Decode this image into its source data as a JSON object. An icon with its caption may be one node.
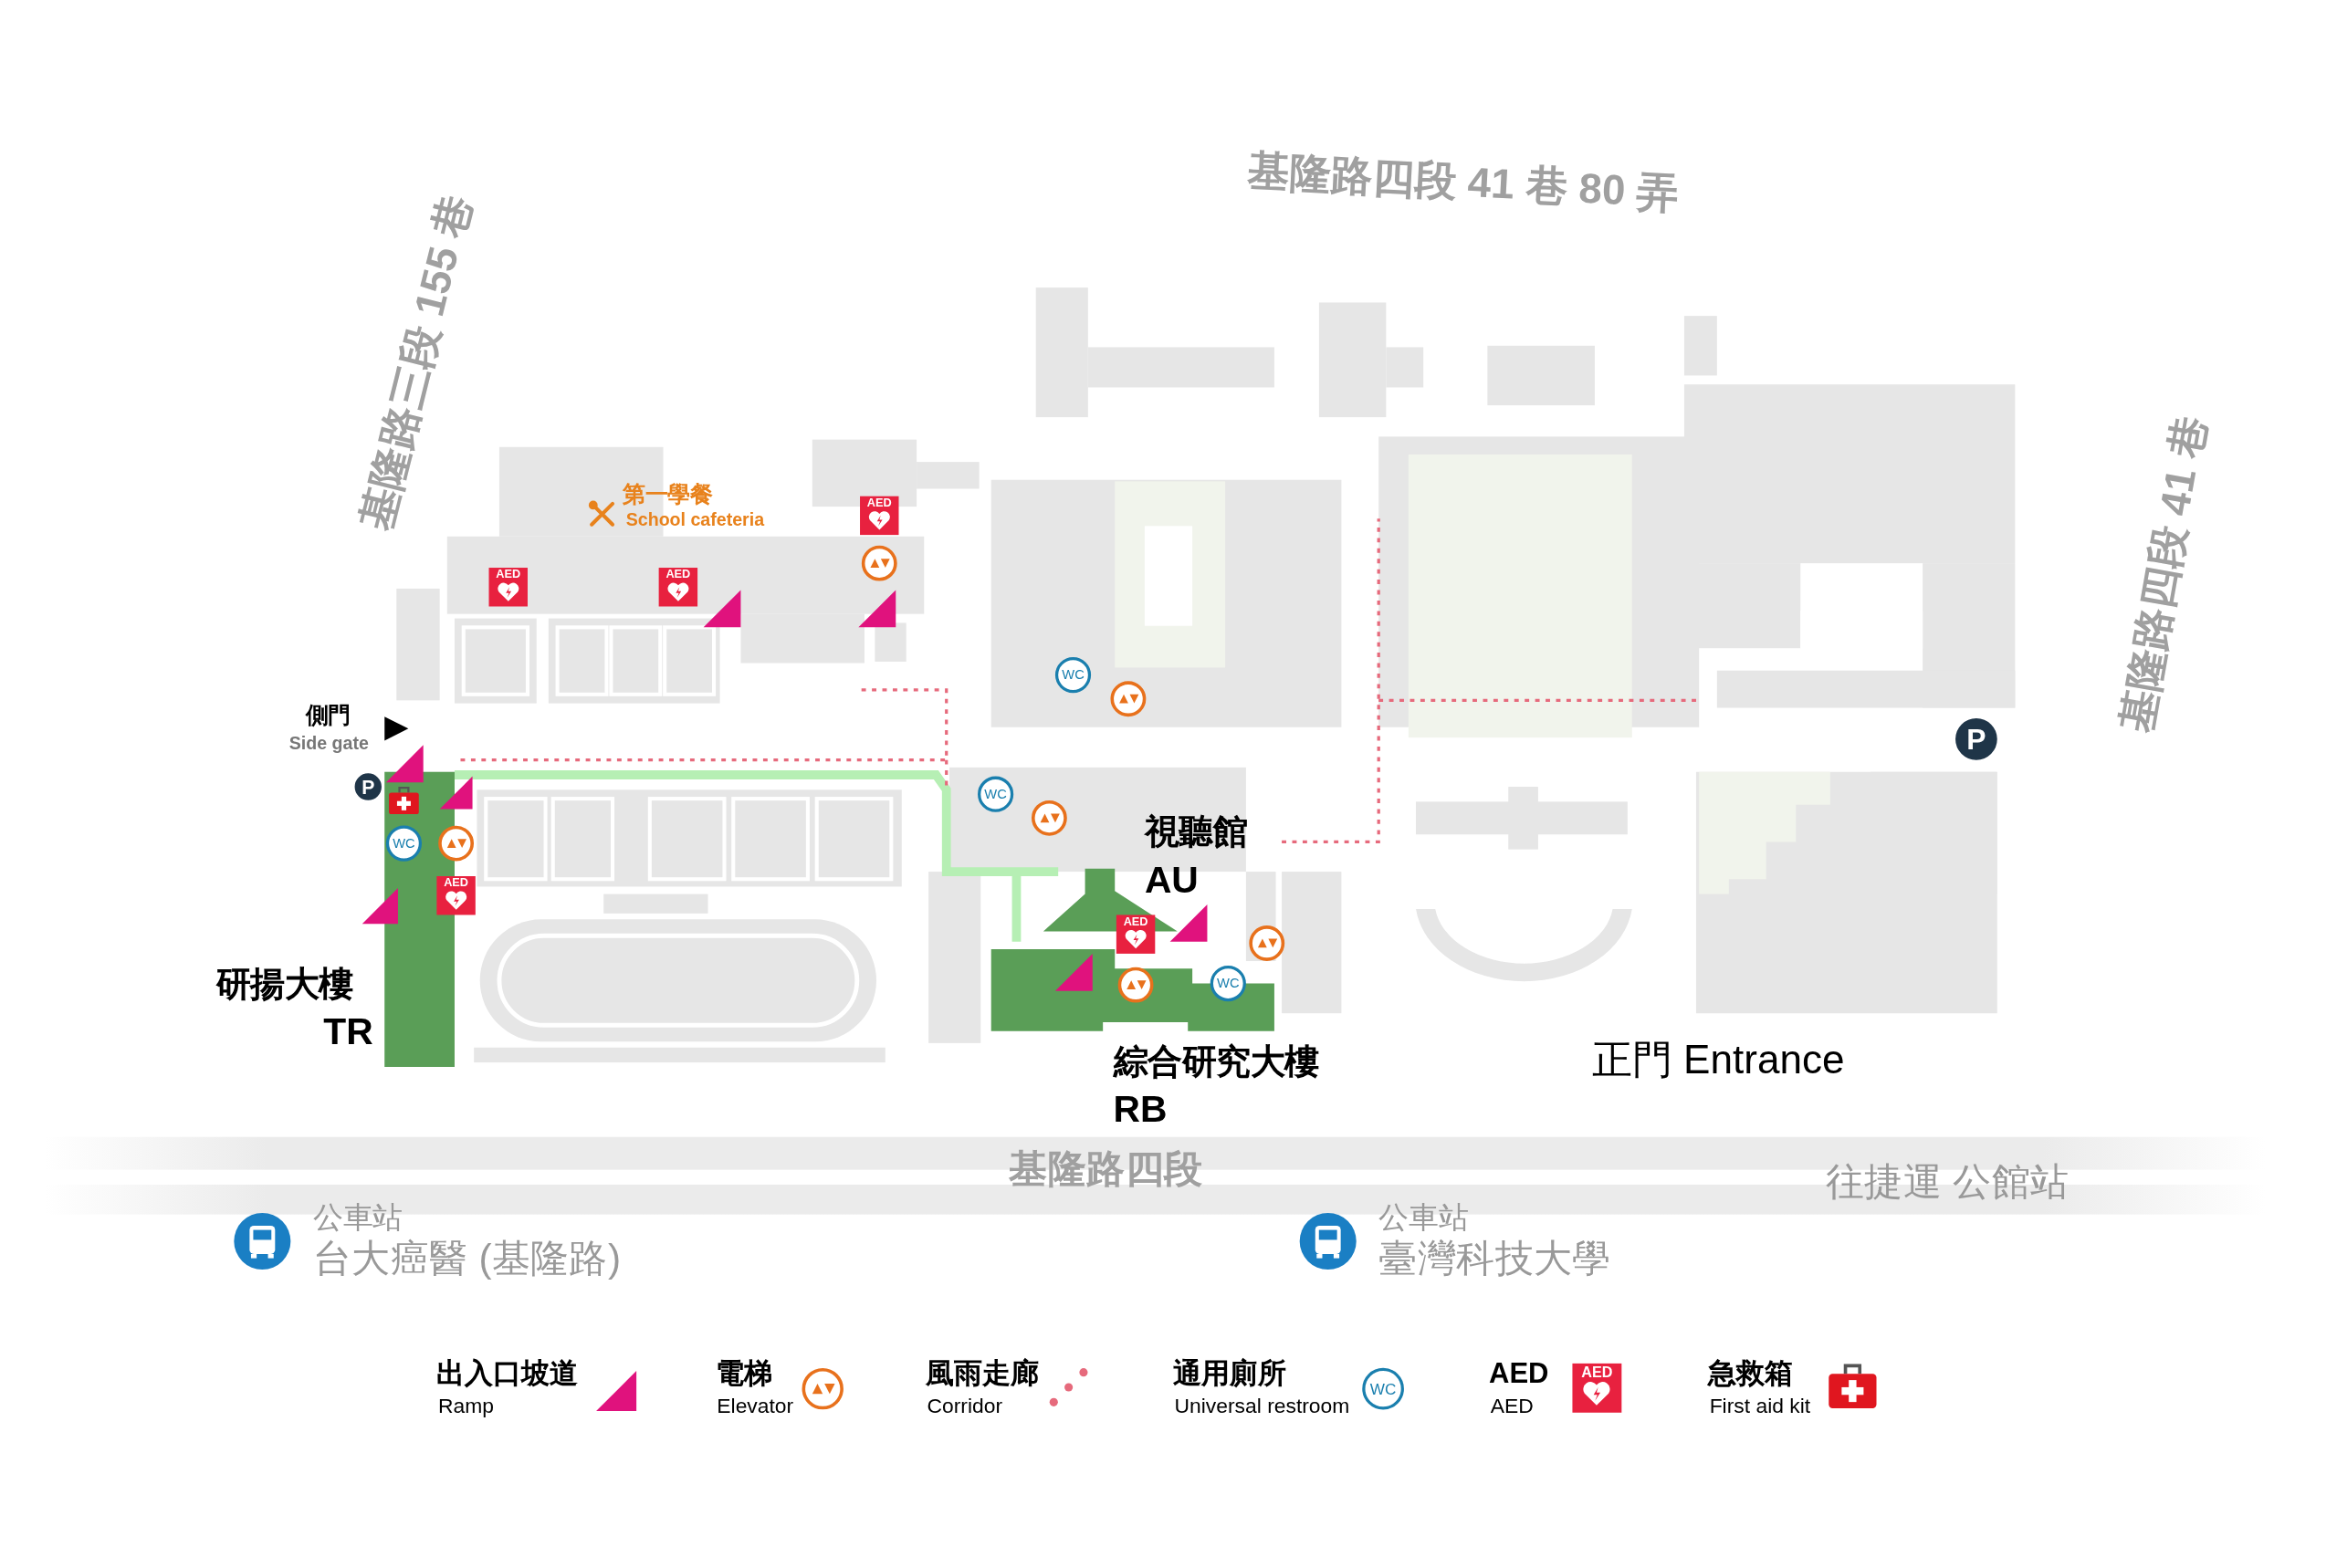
{
  "diagram": {
    "labels": [
      "基隆路四段 41 巷 80 弄",
      "基隆路三段 155 巷",
      "第一學餐",
      "School cafeteria",
      "AED",
      "AED",
      "AED",
      "基隆路四段 41 巷",
      "WC",
      "側門",
      "Side gate",
      "P",
      "P",
      "WC",
      "視聽館",
      "AU",
      "WC",
      "AED",
      "AED",
      "研揚大樓",
      "TR",
      "WC",
      "綜合研究大樓",
      "RB",
      "正門 Entrance",
      "基隆路四段",
      "往捷運 公館站",
      "公車站",
      "台大癌醫 (基隆路)",
      "公車站",
      "臺灣科技大學",
      "Ramp",
      "Elevator",
      "Corridor",
      "Universal restroom",
      "AED",
      "AED",
      "First aid kit",
      "WC"
    ],
    "legend": [
      {
        "text": "出入口坡道"
      },
      {
        "text": "電梯"
      },
      {
        "text": "風雨走廊"
      },
      {
        "text": "通用廁所"
      },
      {
        "text": "AED"
      },
      {
        "text": "急救箱"
      }
    ]
  }
}
